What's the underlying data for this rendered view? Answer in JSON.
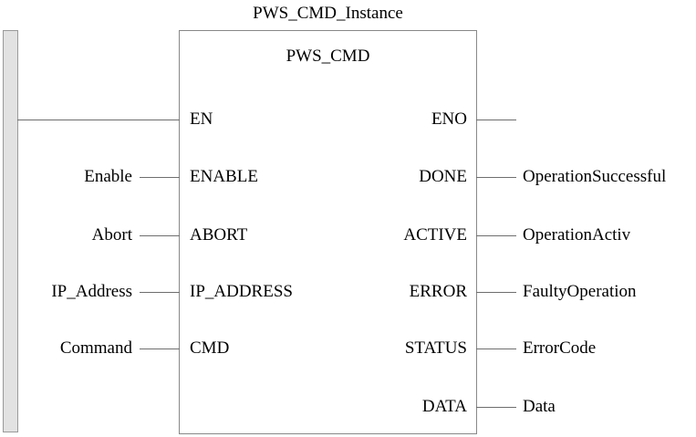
{
  "diagram": {
    "instance_name": "PWS_CMD_Instance",
    "block_type": "PWS_CMD",
    "rail_name": "power-rail",
    "colors": {
      "rail_fill": "#e2e2e2",
      "rail_border": "#9a9a9a",
      "block_border": "#888888",
      "wire": "#6e6e6e",
      "text": "#000000",
      "background": "#ffffff"
    },
    "ports": [
      {
        "input_name": "EN",
        "input_var": "",
        "input_from_rail": true,
        "output_name": "ENO",
        "output_var": ""
      },
      {
        "input_name": "ENABLE",
        "input_var": "Enable",
        "input_from_rail": false,
        "output_name": "DONE",
        "output_var": "OperationSuccessful"
      },
      {
        "input_name": "ABORT",
        "input_var": "Abort",
        "input_from_rail": false,
        "output_name": "ACTIVE",
        "output_var": "OperationActiv"
      },
      {
        "input_name": "IP_ADDRESS",
        "input_var": "IP_Address",
        "input_from_rail": false,
        "output_name": "ERROR",
        "output_var": "FaultyOperation"
      },
      {
        "input_name": "CMD",
        "input_var": "Command",
        "input_from_rail": false,
        "output_name": "STATUS",
        "output_var": "ErrorCode"
      },
      {
        "input_name": "",
        "input_var": "",
        "input_from_rail": false,
        "output_name": "DATA",
        "output_var": "Data"
      }
    ]
  }
}
